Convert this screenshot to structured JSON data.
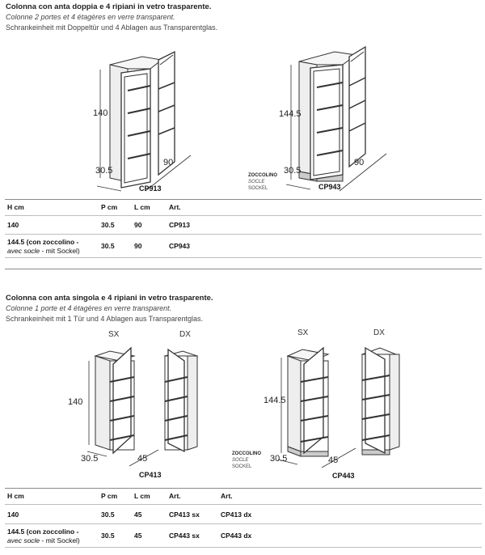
{
  "section1": {
    "title": "Colonna con anta doppia e 4 ripiani in vetro trasparente.",
    "subtitle_fr": "Colonne 2 portes et 4 étagères en verre transparent.",
    "subtitle_de": "Schrankeinheit mit Doppeltür und 4 Ablagen aus Transparentglas.",
    "drawing1": {
      "height": "140",
      "depth": "30.5",
      "width": "90",
      "code": "CP913"
    },
    "drawing2": {
      "height": "144.5",
      "depth": "30.5",
      "width": "90",
      "code": "CP943",
      "socle_it": "ZOCCOLINO",
      "socle_fr": "SOCLE",
      "socle_de": "SOCKEL"
    },
    "table": {
      "headers": [
        "H cm",
        "P cm",
        "L cm",
        "Art."
      ],
      "rows": [
        {
          "h": "140",
          "p": "30.5",
          "l": "90",
          "art": "CP913"
        },
        {
          "h_line1": "144.5 (con zoccolino -",
          "h_line2_it": "avec socle",
          "h_line2_rest": " - mit Sockel)",
          "p": "30.5",
          "l": "90",
          "art": "CP943"
        }
      ]
    }
  },
  "section2": {
    "title": "Colonna con anta singola e 4 ripiani in vetro trasparente.",
    "subtitle_fr": "Colonne 1 porte et 4 étagères en verre transparent.",
    "subtitle_de": "Schrankeinheit mit 1 Tür und 4 Ablagen aus Transparentglas.",
    "drawing1": {
      "label_sx": "SX",
      "label_dx": "DX",
      "height": "140",
      "depth": "30.5",
      "width": "45",
      "code": "CP413"
    },
    "drawing2": {
      "label_sx": "SX",
      "label_dx": "DX",
      "height": "144.5",
      "depth": "30.5",
      "width": "45",
      "code": "CP443",
      "socle_it": "ZOCCOLINO",
      "socle_fr": "SOCLE",
      "socle_de": "SOCKEL"
    },
    "table": {
      "headers": [
        "H cm",
        "P cm",
        "L cm",
        "Art.",
        "Art."
      ],
      "rows": [
        {
          "h": "140",
          "p": "30.5",
          "l": "45",
          "art": "CP413 sx",
          "art2": "CP413 dx"
        },
        {
          "h_line1": "144.5 (con zoccolino -",
          "h_line2_it": "avec socle",
          "h_line2_rest": " - mit Sockel)",
          "p": "30.5",
          "l": "45",
          "art": "CP443 sx",
          "art2": "CP443 dx"
        }
      ]
    }
  }
}
